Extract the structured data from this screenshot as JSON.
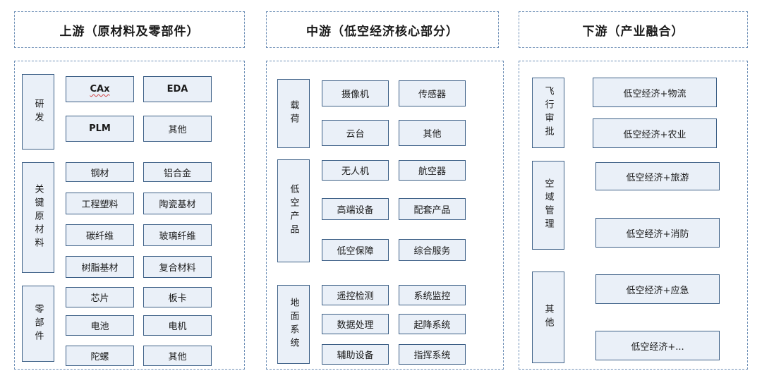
{
  "upstream": {
    "header": "上游（原材料及零部件）",
    "groups": [
      {
        "label": "研发",
        "items": [
          "CAx",
          "EDA",
          "PLM",
          "其他"
        ]
      },
      {
        "label": "关键原材料",
        "items": [
          "钢材",
          "铝合金",
          "工程塑料",
          "陶瓷基材",
          "碳纤维",
          "玻璃纤维",
          "树脂基材",
          "复合材料"
        ]
      },
      {
        "label": "零部件",
        "items": [
          "芯片",
          "板卡",
          "电池",
          "电机",
          "陀螺",
          "其他"
        ]
      }
    ]
  },
  "midstream": {
    "header": "中游（低空经济核心部分）",
    "groups": [
      {
        "label": "载荷",
        "items": [
          "摄像机",
          "传感器",
          "云台",
          "其他"
        ]
      },
      {
        "label": "低空产品",
        "items": [
          "无人机",
          "航空器",
          "高端设备",
          "配套产品",
          "低空保障",
          "综合服务"
        ]
      },
      {
        "label": "地面系统",
        "items": [
          "遥控检测",
          "系统监控",
          "数据处理",
          "起降系统",
          "辅助设备",
          "指挥系统"
        ]
      }
    ]
  },
  "downstream": {
    "header": "下游（产业融合）",
    "groups": [
      {
        "label": "飞行审批",
        "items": [
          "低空经济+物流",
          "低空经济+农业"
        ]
      },
      {
        "label": "空域管理",
        "items": [
          "低空经济+旅游",
          "低空经济+消防"
        ]
      },
      {
        "label": "其他",
        "items": [
          "低空经济+应急",
          "低空经济+..."
        ]
      }
    ]
  }
}
